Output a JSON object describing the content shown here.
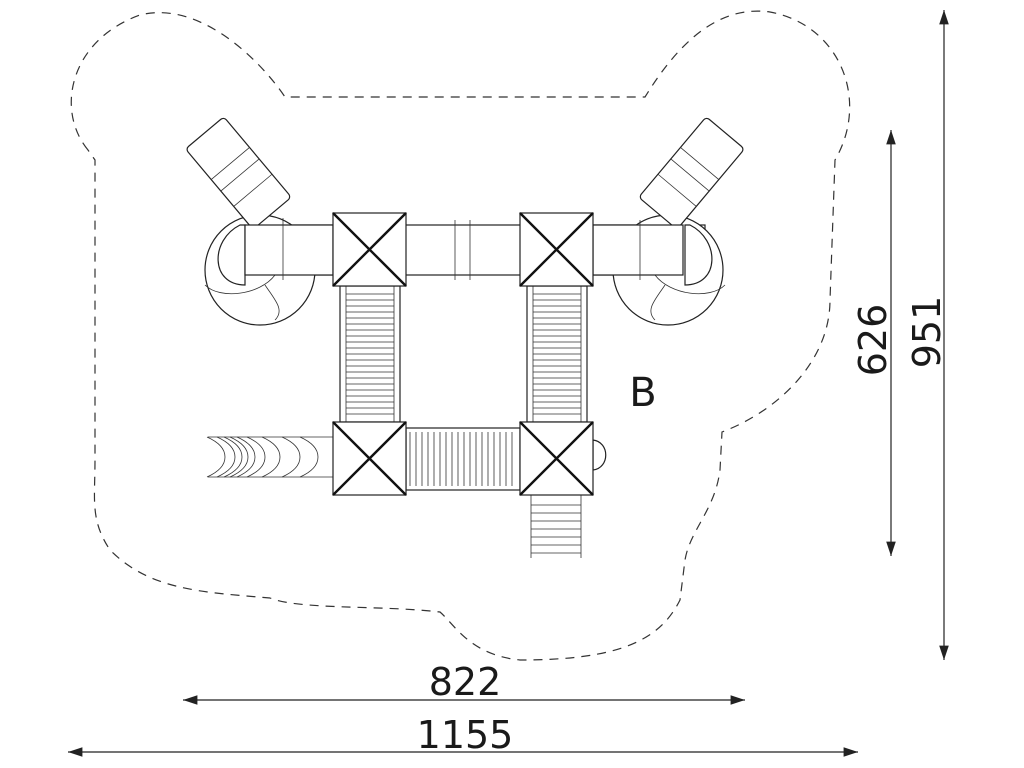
{
  "dimensions": {
    "width_inner": "822",
    "width_outer": "1155",
    "depth_inner": "626",
    "depth_outer": "951"
  },
  "zone_label": "B",
  "colors": {
    "line": "#222222",
    "background": "#ffffff"
  }
}
